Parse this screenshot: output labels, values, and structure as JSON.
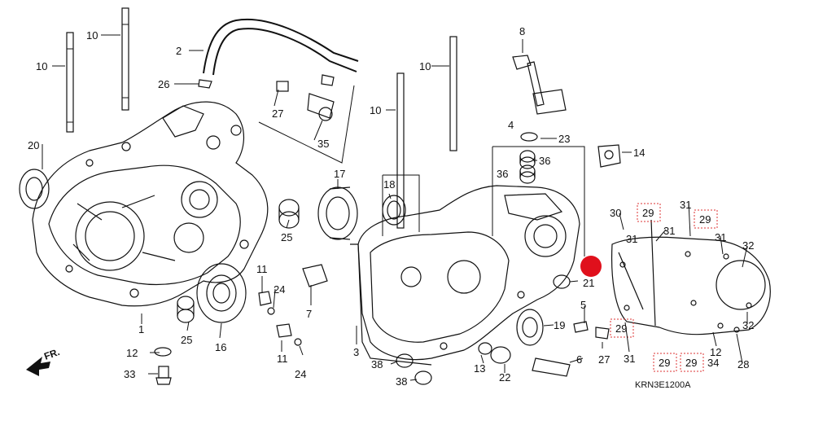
{
  "diagram": {
    "code": "KRN3E1200A",
    "front_indicator": "FR.",
    "highlight_color": "#e0101c",
    "marker_box_color": "#d33333",
    "callouts": {
      "c1": "1",
      "c2": "2",
      "c3": "3",
      "c4": "4",
      "c5": "5",
      "c6": "6",
      "c7": "7",
      "c8": "8",
      "c10a": "10",
      "c10b": "10",
      "c10c": "10",
      "c10d": "10",
      "c11a": "11",
      "c11b": "11",
      "c12a": "12",
      "c12b": "12",
      "c13": "13",
      "c14": "14",
      "c16": "16",
      "c17": "17",
      "c18": "18",
      "c19": "19",
      "c20": "20",
      "c21": "21",
      "c22": "22",
      "c23": "23",
      "c24a": "24",
      "c24b": "24",
      "c25a": "25",
      "c25b": "25",
      "c26": "26",
      "c27a": "27",
      "c27b": "27",
      "c28": "28",
      "c29a": "29",
      "c29b": "29",
      "c29c": "29",
      "c29d": "29",
      "c29e": "29",
      "c30": "30",
      "c31a": "31",
      "c31b": "31",
      "c31c": "31",
      "c31d": "31",
      "c31e": "31",
      "c32a": "32",
      "c32b": "32",
      "c33": "33",
      "c34": "34",
      "c35": "35",
      "c36a": "36",
      "c36b": "36",
      "c38a": "38",
      "c38b": "38"
    }
  }
}
